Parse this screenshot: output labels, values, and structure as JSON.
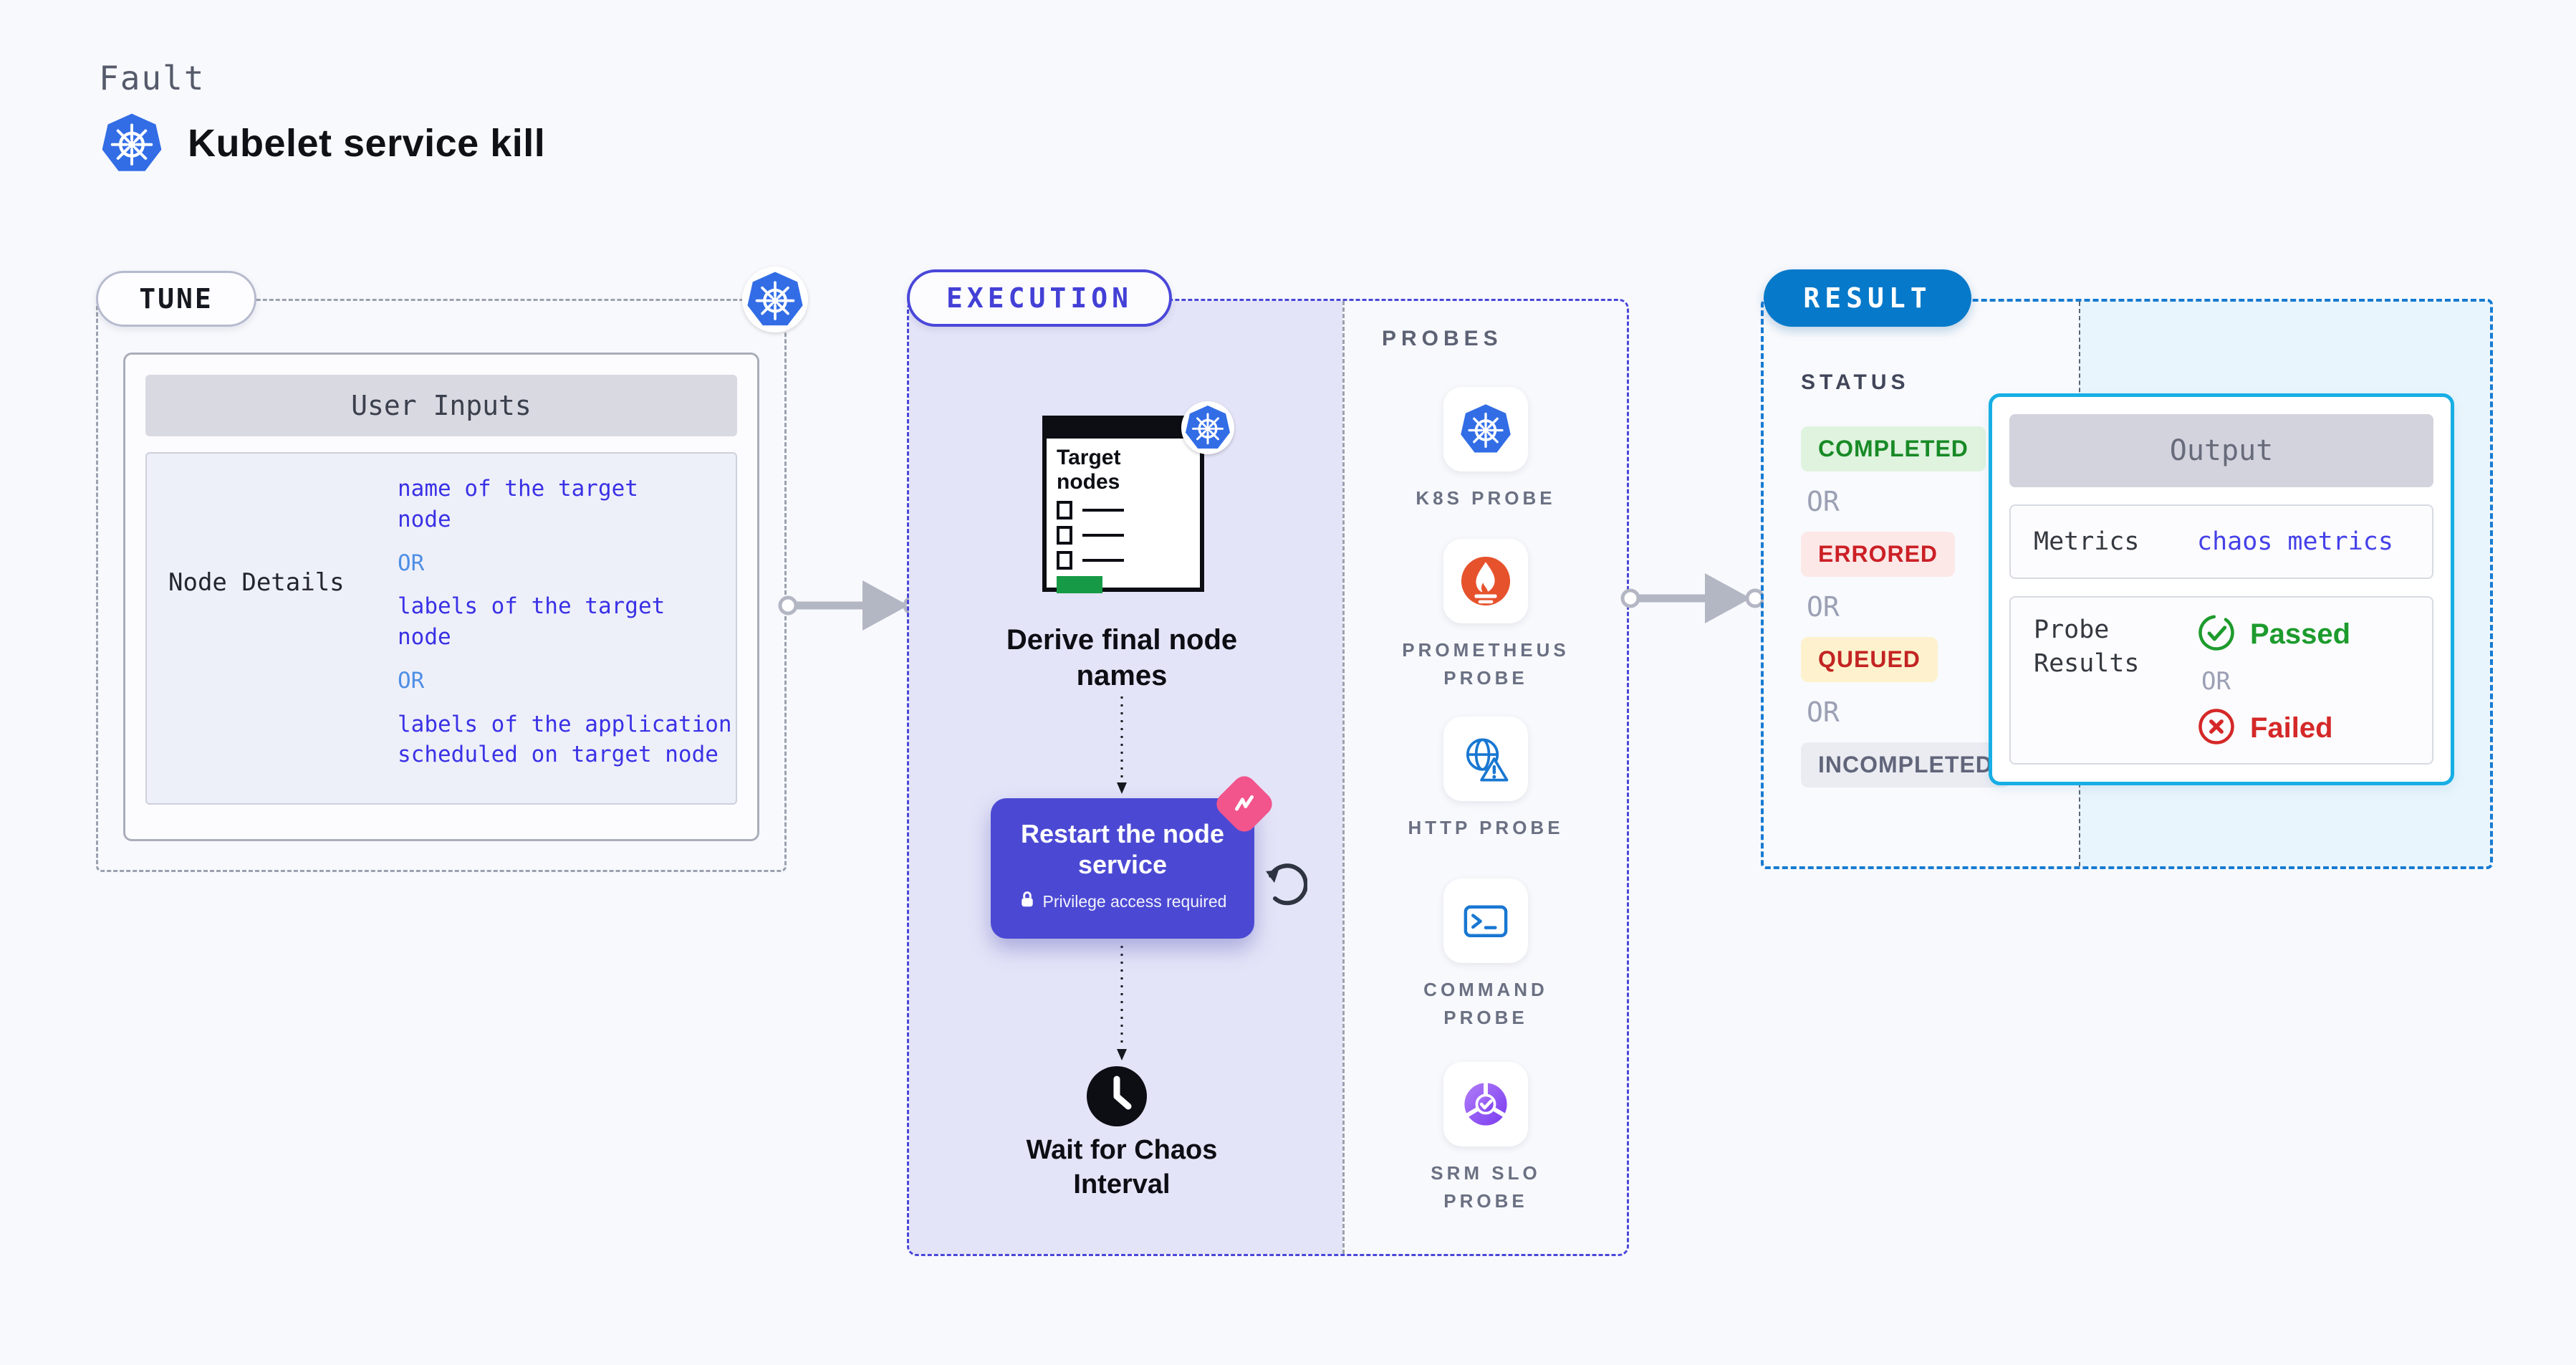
{
  "header": {
    "kicker": "Fault",
    "title": "Kubelet service kill"
  },
  "tune": {
    "pill": "TUNE",
    "table_header": "User Inputs",
    "row_label": "Node Details",
    "or_label": "OR",
    "options": [
      "name of the target node",
      "labels of the target node",
      "labels of the application scheduled on target node"
    ]
  },
  "execution": {
    "pill": "EXECUTION",
    "target_nodes_label": "Target nodes",
    "derive_label": "Derive final node names",
    "restart_label": "Restart the node service",
    "privilege_note": "Privilege access required",
    "wait_label": "Wait for Chaos Interval"
  },
  "probes": {
    "panel_label": "PROBES",
    "items": [
      {
        "label": "K8S PROBE",
        "icon": "kubernetes-icon"
      },
      {
        "label": "PROMETHEUS PROBE",
        "icon": "prometheus-icon"
      },
      {
        "label": "HTTP PROBE",
        "icon": "http-globe-icon"
      },
      {
        "label": "COMMAND PROBE",
        "icon": "terminal-icon"
      },
      {
        "label": "SRM SLO PROBE",
        "icon": "srm-slo-icon"
      }
    ]
  },
  "result": {
    "pill": "RESULT",
    "status_label": "STATUS",
    "or_label": "OR",
    "statuses": [
      {
        "label": "COMPLETED",
        "bg": "#dff3df",
        "fg": "#188a26"
      },
      {
        "label": "ERRORED",
        "bg": "#fce8e7",
        "fg": "#cb2026"
      },
      {
        "label": "QUEUED",
        "bg": "#fdf2cd",
        "fg": "#c32423"
      },
      {
        "label": "INCOMPLETED",
        "bg": "#ebecf2",
        "fg": "#61657a"
      }
    ],
    "output": {
      "header": "Output",
      "metrics_label": "Metrics",
      "metrics_value": "chaos metrics",
      "probe_results_label": "Probe Results",
      "passed_label": "Passed",
      "or_label": "OR",
      "failed_label": "Failed"
    }
  },
  "colors": {
    "page_bg": "#f8f9fd",
    "kubernetes_blue": "#326de6",
    "execution_accent": "#4a47d9",
    "execution_bg": "#e4e4f8",
    "restart_card": "#4b49d3",
    "chaos_pink": "#f2548c",
    "result_accent": "#177bd2",
    "result_pill": "#0679ca",
    "output_border": "#16aee4",
    "output_bg": "#e9f5fc",
    "input_code_blue": "#3a31e6",
    "input_or_blue": "#4f8fe6",
    "passed_green": "#1d9b2d",
    "failed_red": "#d52828",
    "prometheus_orange": "#e6522c",
    "srm_purple": "#8b4ff4",
    "arrow_gray": "#b3b6c3"
  }
}
